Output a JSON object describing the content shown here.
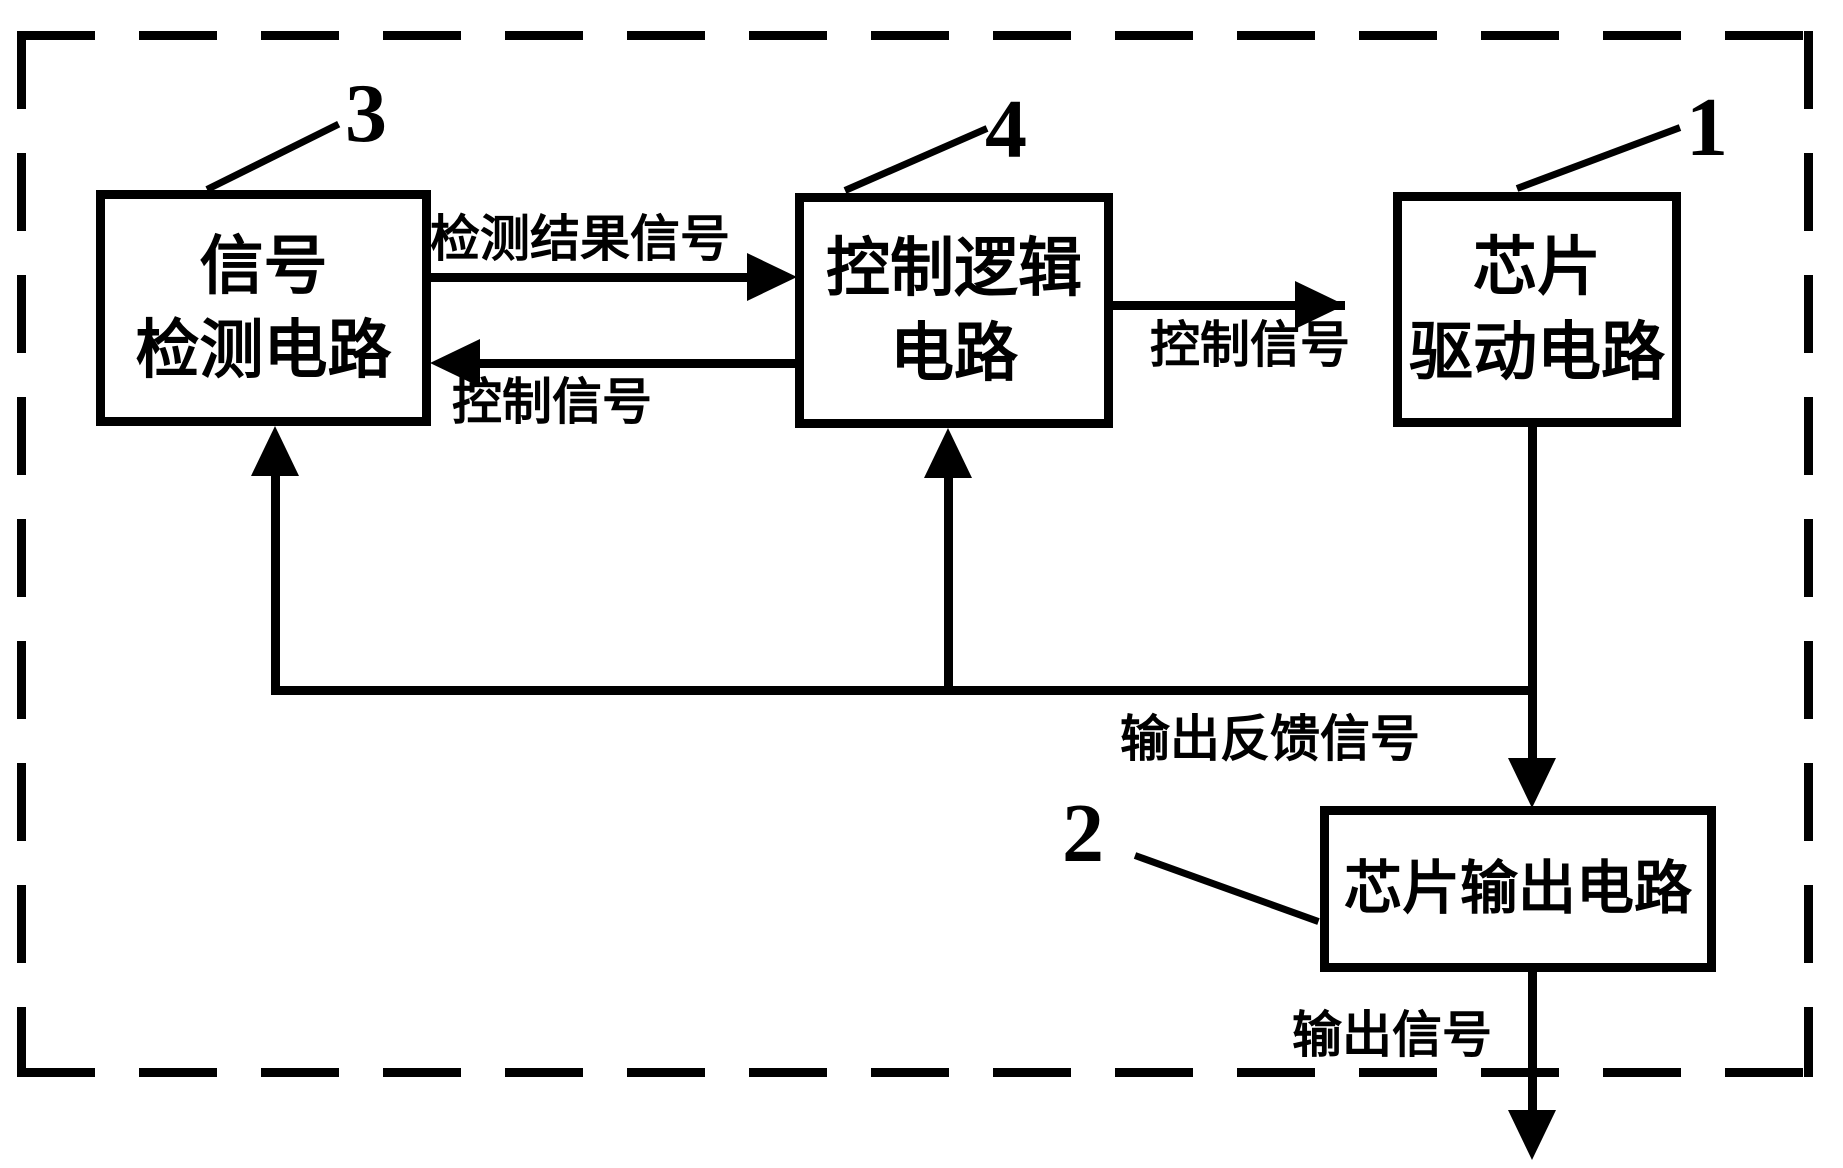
{
  "figure": {
    "type": "block-diagram",
    "ink_color": "#000000",
    "background_color": "#ffffff"
  },
  "boxes": {
    "signal_detection": {
      "ref": "3",
      "line1": "信号",
      "line2": "检测电路"
    },
    "control_logic": {
      "ref": "4",
      "line1": "控制逻辑",
      "line2": "电路"
    },
    "chip_drive": {
      "ref": "1",
      "line1": "芯片",
      "line2": "驱动电路"
    },
    "chip_output": {
      "ref": "2",
      "line1": "芯片输出电路"
    }
  },
  "signals": {
    "detection_result": "检测结果信号",
    "control_to_detection": "控制信号",
    "control_to_drive": "控制信号",
    "output_feedback": "输出反馈信号",
    "output": "输出信号"
  }
}
